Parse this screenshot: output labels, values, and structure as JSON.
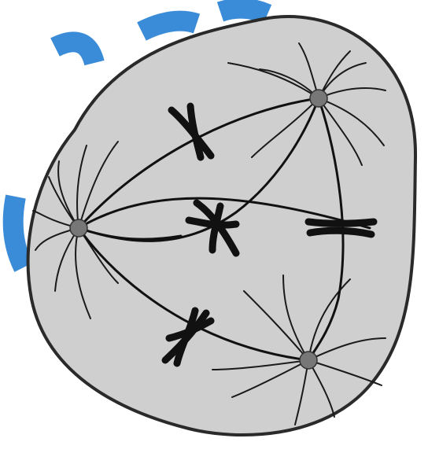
{
  "diagram": {
    "kind": "multipolar-spindle-cell",
    "pole_count": 3,
    "chromosome_count": 4,
    "colors": {
      "cytoplasm": "#cfcfcf",
      "outline": "#2a2a2a",
      "fibers": "#111111",
      "watermark": "#2f86d6"
    }
  }
}
